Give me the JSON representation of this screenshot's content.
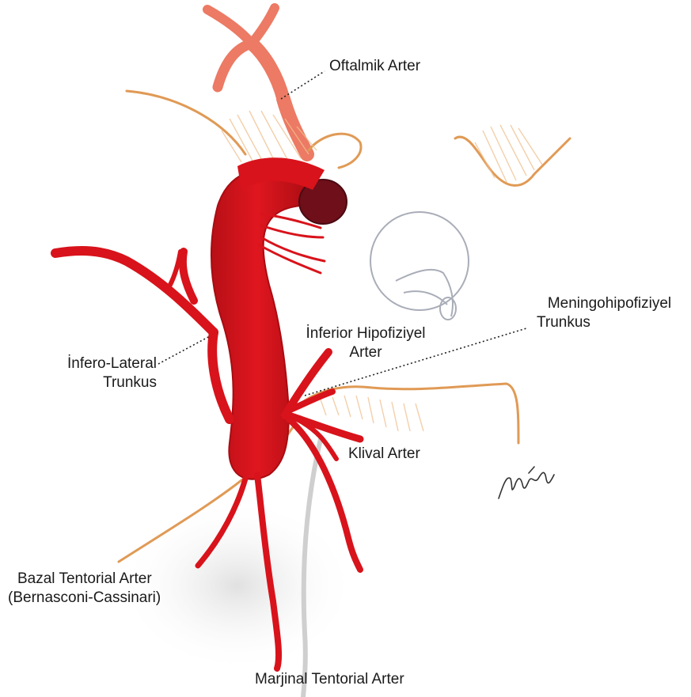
{
  "labels": {
    "oftalmik": "Oftalmik Arter",
    "meningo_line1": "Meningohipofiziyel",
    "meningo_line2": "Trunkus",
    "inferior_hipo_line1": "İnferior Hipofiziyel",
    "inferior_hipo_line2": "Arter",
    "infero_lateral_line1": "İnfero-Lateral",
    "infero_lateral_line2": "Trunkus",
    "klival": "Klival Arter",
    "bazal_line1": "Bazal Tentorial Arter",
    "bazal_line2": "(Bernasconi-Cassinari)",
    "marjinal": "Marjinal Tentorial Arter"
  },
  "signature": "MKırık",
  "colors": {
    "artery": "#d8131b",
    "artery_dark": "#a50c12",
    "artery_light": "#ec7060",
    "stump": "#6e0f1a",
    "dura": "#e09a55",
    "dura_fill": "#f2cfa6",
    "gland_outline": "#a9adb8",
    "nerve": "#c8c8c8",
    "leader": "#222222"
  }
}
